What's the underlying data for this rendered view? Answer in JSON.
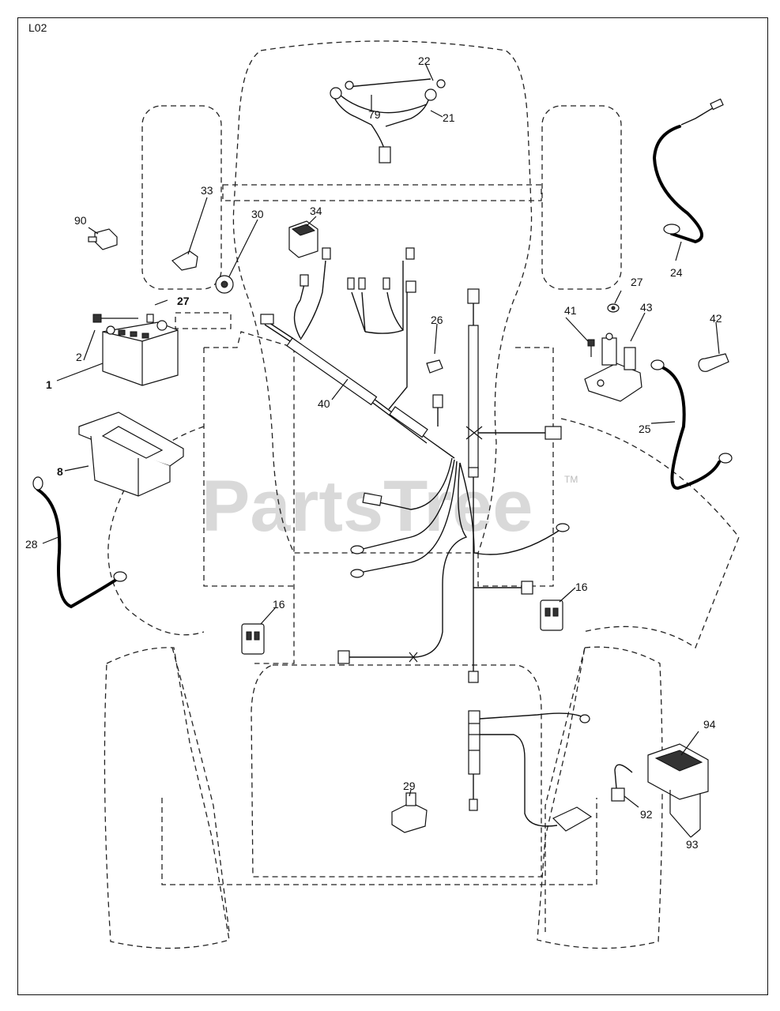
{
  "diagram_code": "L02",
  "watermark": {
    "text": "PartsTree",
    "trademark": "TM"
  },
  "callouts": {
    "c1": "1",
    "c2": "2",
    "c8": "8",
    "c16a": "16",
    "c16b": "16",
    "c21": "21",
    "c22": "22",
    "c24": "24",
    "c25": "25",
    "c26": "26",
    "c27a": "27",
    "c27b": "27",
    "c28": "28",
    "c29": "29",
    "c30": "30",
    "c33": "33",
    "c34": "34",
    "c40": "40",
    "c41": "41",
    "c42": "42",
    "c43": "43",
    "c79": "79",
    "c90": "90",
    "c92": "92",
    "c93": "93",
    "c94": "94"
  }
}
